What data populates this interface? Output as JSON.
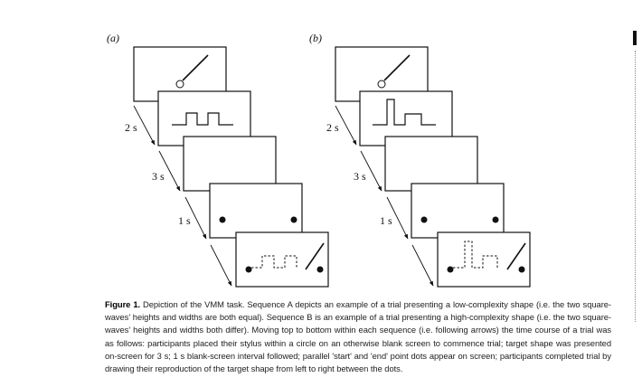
{
  "figure": {
    "panel_labels": [
      "(a)",
      "(b)"
    ],
    "timings": [
      "2 s",
      "3 s",
      "1 s"
    ],
    "caption_label": "Figure 1.",
    "caption_text": " Depiction of the VMM task. Sequence A depicts an example of a trial presenting a low-complexity shape (i.e. the two square-waves' heights and widths are both equal). Sequence B is an example of a trial presenting a high-complexity shape (i.e. the two square-waves' heights and widths both differ). Moving top to bottom within each sequence (i.e. following arrows) the time course of a trial was as follows: participants placed their stylus within a circle on an otherwise blank screen to commence trial; target shape was presented on-screen for 3 s; 1 s blank-screen interval followed; parallel 'start' and 'end' point dots appear on screen; participants completed trial by drawing their reproduction of the target shape from left to right between the dots."
  },
  "colors": {
    "ink": "#111111",
    "paper": "#ffffff"
  }
}
